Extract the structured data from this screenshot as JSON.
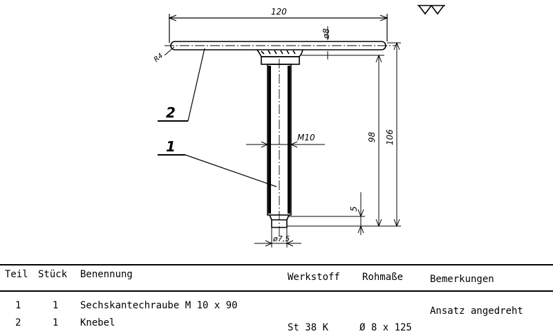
{
  "drawing": {
    "surface_symbol": "▽▽",
    "dimensions": {
      "overall_width": "120",
      "bar_diameter": "ø8",
      "radius": "R4",
      "thread": "M10",
      "length_short": "98",
      "length_long": "106",
      "end_length": "5",
      "tip_diameter": "ø7,5"
    },
    "part_refs": [
      "2",
      "1"
    ]
  },
  "parts_list": {
    "headers": {
      "teil": "Teil",
      "stueck": "Stück",
      "benennung": "Benennung",
      "werkstoff": "Werkstoff",
      "rohmasse": "Rohmaße",
      "bemerkungen": "Bemerkungen"
    },
    "rows": [
      {
        "teil": "1",
        "stueck": "1",
        "benennung": "Sechskantechraube M 10 x 90",
        "werkstoff": "",
        "rohmasse": "",
        "bemerkungen": "Ansatz angedreht"
      },
      {
        "teil": "2",
        "stueck": "1",
        "benennung": "Knebel",
        "werkstoff": "St 38 K",
        "rohmasse": "Ø 8 x 125",
        "bemerkungen": ""
      }
    ]
  }
}
